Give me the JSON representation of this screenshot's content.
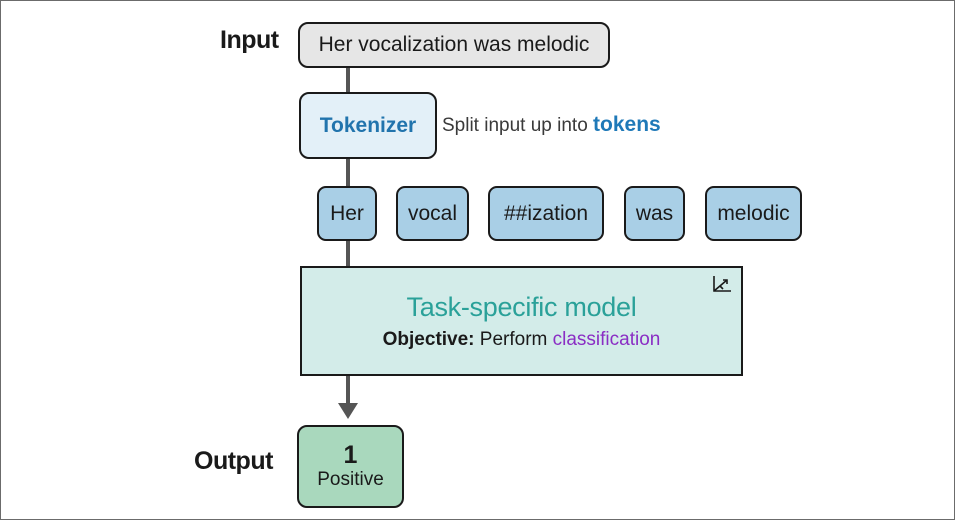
{
  "input": {
    "label": "Input",
    "text": "Her vocalization was melodic"
  },
  "tokenizer": {
    "label": "Tokenizer",
    "description": "Split input up into ",
    "description_highlight": "tokens"
  },
  "tokens": [
    "Her",
    "vocal",
    "##ization",
    "was",
    "melodic"
  ],
  "model": {
    "title": "Task-specific model",
    "objective_label": "Objective:",
    "objective_text": " Perform ",
    "objective_highlight": "classification",
    "icon": "chart-axes-icon"
  },
  "output": {
    "label": "Output",
    "value": "1",
    "class_label": "Positive"
  },
  "colors": {
    "input_bg": "#e6e6e6",
    "tokenizer_bg": "#e3f0f8",
    "tokenizer_text": "#2174ad",
    "token_bg": "#a9cfe6",
    "model_bg": "#d3ece9",
    "model_title": "#2aa199",
    "highlight_purple": "#8a2ec4",
    "output_bg": "#a9d8bd"
  }
}
